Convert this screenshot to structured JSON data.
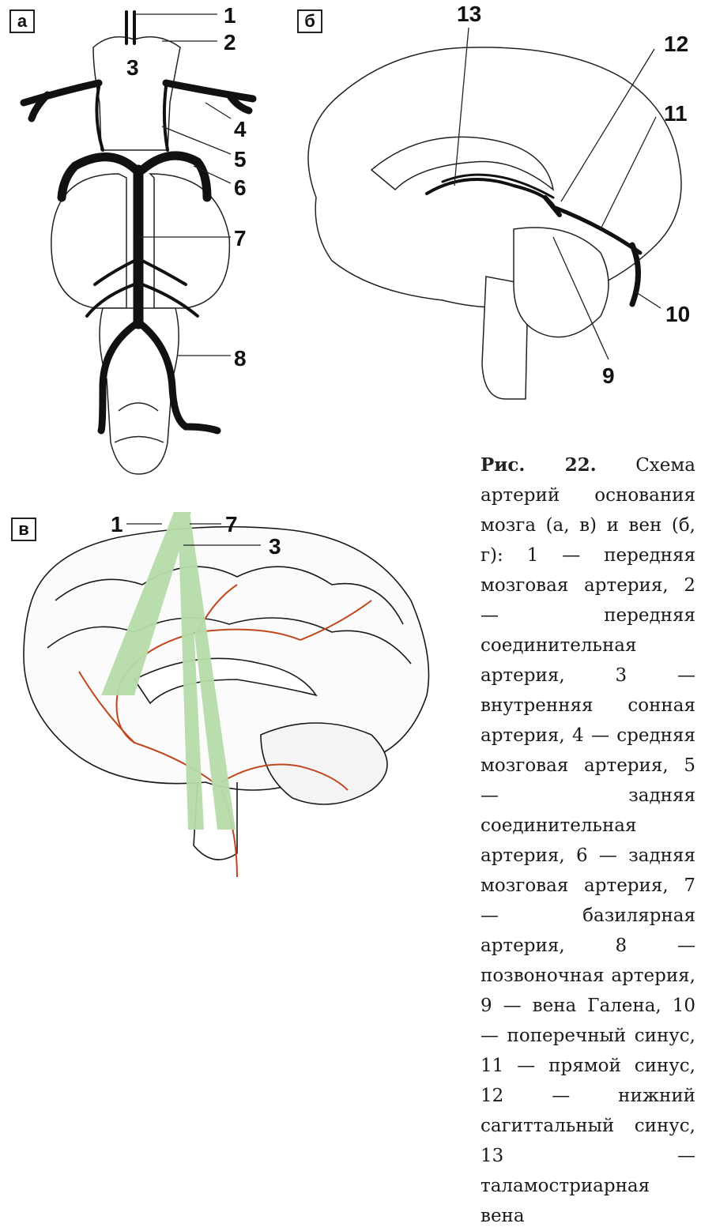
{
  "panels": {
    "a": "а",
    "b": "б",
    "v": "в"
  },
  "callouts_a": [
    "1",
    "2",
    "3",
    "4",
    "5",
    "6",
    "7",
    "8"
  ],
  "callouts_b": [
    "13",
    "12",
    "11",
    "10",
    "9"
  ],
  "callouts_v": [
    "1",
    "7",
    "3"
  ],
  "caption": {
    "figure": "Рис. 22.",
    "text": "Схема артерий основания мозга (а, в) и вен (б, г): 1 — передняя мозговая артерия, 2 — передняя соединительная артерия, 3 — внутренняя сонная артерия, 4 — средняя мозговая артерия, 5 — задняя соединительная артерия, 6 — задняя мозговая артерия, 7 — базилярная артерия, 8 — позвоночная артерия, 9 — вена Галена, 10 — поперечный синус, 11 — прямой синус, 12 — нижний сагиттальный синус, 13 — таламостриарная вена"
  },
  "colors": {
    "vessel": "#111111",
    "artery_red": "#c0471e",
    "highlight_green": "#b7dcaa",
    "line": "#222222"
  }
}
